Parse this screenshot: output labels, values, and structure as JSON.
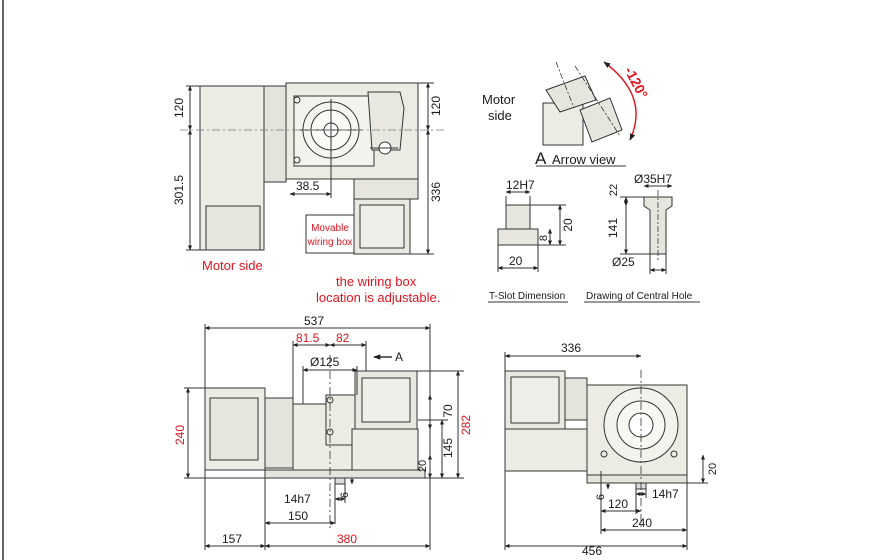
{
  "top_view": {
    "dims": {
      "h120_left": "120",
      "h301_5": "301.5",
      "h120_right": "120",
      "h336": "336",
      "w38_5": "38.5"
    },
    "labels": {
      "motor_side": "Motor side",
      "movable_line1": "Movable",
      "movable_line2": "wiring box",
      "note_line1": "the wiring box",
      "note_line2": "location is adjustable."
    }
  },
  "arrow_view": {
    "motor_side_line1": "Motor",
    "motor_side_line2": "side",
    "tilt_angle": "-120°",
    "title_letter": "A",
    "title_text": "Arrow view"
  },
  "t_slot": {
    "dims": {
      "top": "12H7",
      "h8": "8",
      "h20": "20",
      "bottom": "20"
    },
    "caption": "T-Slot Dimension"
  },
  "central_hole": {
    "dims": {
      "top_dia": "Ø35H7",
      "h22": "22",
      "h141": "141",
      "bottom_dia": "Ø25"
    },
    "caption": "Drawing of Central Hole"
  },
  "front_view": {
    "dims": {
      "w537": "537",
      "w81_5": "81.5",
      "w82": "82",
      "dia125": "Ø125",
      "arrow_a": "A",
      "h240": "240",
      "h70": "70",
      "h282": "282",
      "h145": "145",
      "h20": "20",
      "h6": "6",
      "w14h7": "14h7",
      "w150": "150",
      "w157": "157",
      "w380": "380"
    }
  },
  "side_view": {
    "dims": {
      "w336": "336",
      "h20": "20",
      "h6": "6",
      "w14h7": "14h7",
      "w120": "120",
      "w240": "240",
      "w456": "456"
    }
  }
}
